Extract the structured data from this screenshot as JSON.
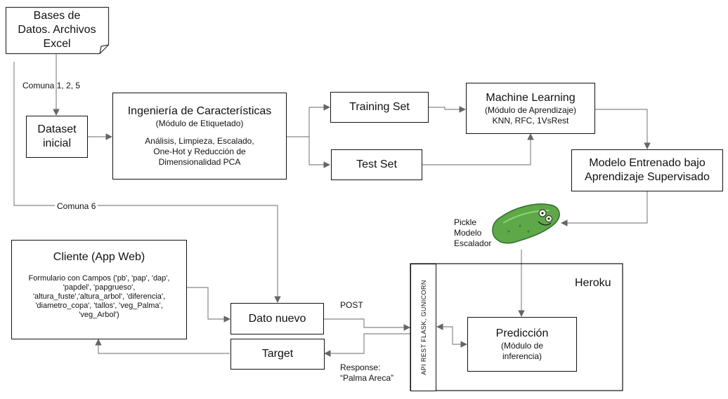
{
  "nodes": {
    "excel": {
      "lines": [
        "Bases de",
        "Datos. Archivos",
        "Excel"
      ]
    },
    "dataset": {
      "lines": [
        "Dataset",
        "inicial"
      ]
    },
    "feature_eng": {
      "title": "Ingeniería de Características",
      "subtitle": "(Módulo de Etiquetado)",
      "details": [
        "Análisis, Limpieza, Escalado,",
        "One-Hot y Reducción de",
        "Dimensionalidad PCA"
      ]
    },
    "training_set": {
      "label": "Training Set"
    },
    "test_set": {
      "label": "Test Set"
    },
    "machine_learning": {
      "title": "Machine Learning",
      "subtitle": "(Módulo de Aprendizaje)",
      "algorithms": "KNN, RFC, 1VsRest"
    },
    "trained_model": {
      "lines": [
        "Modelo Entrenado bajo",
        "Aprendizaje Supervisado"
      ]
    },
    "client": {
      "title": "Cliente (App Web)",
      "form_lines": [
        "Formulario con Campos ('pb', 'pap', 'dap',",
        "'papdel', 'papgrueso',",
        "'altura_fuste','altura_arbol', 'diferencia',",
        "'diametro_copa', 'tallos', 'veg_Palma',",
        "'veg_Arbol')"
      ]
    },
    "new_data": {
      "label": "Dato nuevo"
    },
    "target": {
      "label": "Target"
    },
    "api": {
      "label": "API REST FLASK, GUNICORN"
    },
    "prediction": {
      "title": "Predicción",
      "subtitle_lines": [
        "(Módulo de",
        "inferencia)"
      ]
    },
    "heroku": {
      "label": "Heroku"
    }
  },
  "edge_labels": {
    "comuna_125": "Comuna 1, 2, 5",
    "comuna_6": "Comuna 6",
    "post": "POST",
    "response": [
      "Response:",
      "“Palma Areca”"
    ],
    "pickle": [
      "Pickle",
      "Modelo",
      "Escalador"
    ]
  },
  "icons": {
    "pickle": "pickle-rick-icon"
  },
  "colors": {
    "stroke": "#111111",
    "connector": "#888888",
    "pickle_green": "#5fa84a"
  }
}
